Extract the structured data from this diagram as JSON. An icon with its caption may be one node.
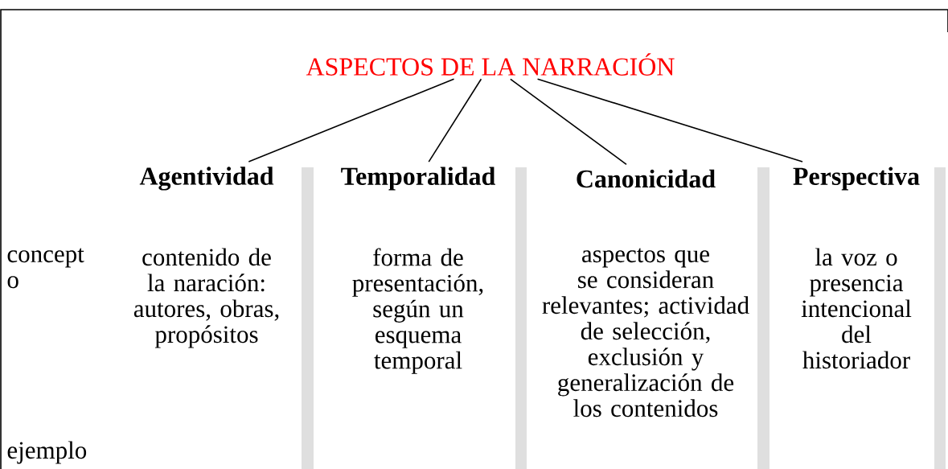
{
  "diagram": {
    "nodes": [
      {
        "text": [
          "ASPECTOS DE LA NARRACIÓN"
        ]
      },
      {
        "text": [
          "Agentividad"
        ]
      },
      {
        "text": [
          "Temporalidad"
        ]
      },
      {
        "text": [
          "Canonicidad"
        ]
      },
      {
        "text": [
          "Perspectiva"
        ]
      }
    ],
    "edges": [
      {
        "from": 0,
        "to": 1,
        "arrow": "none"
      },
      {
        "from": 0,
        "to": 2,
        "arrow": "none"
      },
      {
        "from": 0,
        "to": 3,
        "arrow": "none"
      },
      {
        "from": 0,
        "to": 4,
        "arrow": "none"
      }
    ],
    "labels": [
      "concept o",
      "contenido de la naración: autores, obras, propósitos",
      "forma de presentación, según un esquema temporal",
      "aspectos que se consideran relevantes; actividad de selección, exclusión y generalización de los contenidos",
      "la voz o presencia intencional del historiador",
      "ejemplo"
    ]
  }
}
